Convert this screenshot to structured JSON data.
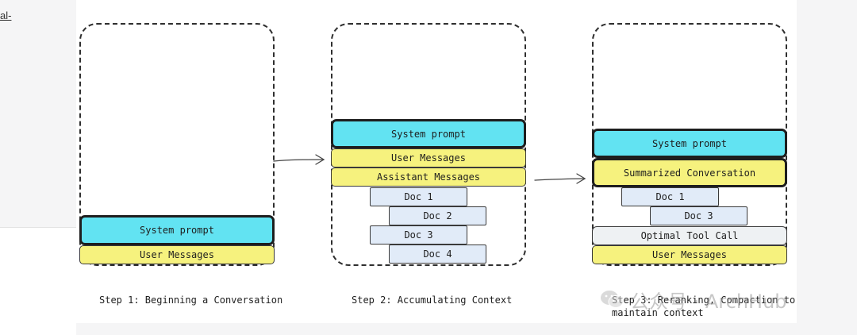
{
  "edge_text": "al-",
  "step1": {
    "caption": "Step 1: Beginning a Conversation",
    "blocks": {
      "system": "System prompt",
      "user": "User Messages"
    }
  },
  "step2": {
    "caption": "Step 2: Accumulating Context",
    "blocks": {
      "system": "System prompt",
      "user": "User Messages",
      "assistant": "Assistant Messages",
      "doc1": "Doc 1",
      "doc2": "Doc 2",
      "doc3": "Doc 3",
      "doc4": "Doc 4"
    }
  },
  "step3": {
    "caption_line1": "Step 3: Reranking, Compaction to",
    "caption_line2": "maintain context",
    "blocks": {
      "system": "System prompt",
      "summarized": "Summarized Conversation",
      "doc1": "Doc 1",
      "doc3": "Doc 3",
      "tool": "Optimal Tool Call",
      "user": "User Messages"
    }
  },
  "watermark": {
    "text": "公众号 · ArchHub",
    "icon": "wechat-icon"
  },
  "colors": {
    "system": "#62e3f2",
    "messages": "#f6f27e",
    "doc": "#e1ebf8",
    "tool": "#eef1f3",
    "outline": "#1e1e1e"
  }
}
